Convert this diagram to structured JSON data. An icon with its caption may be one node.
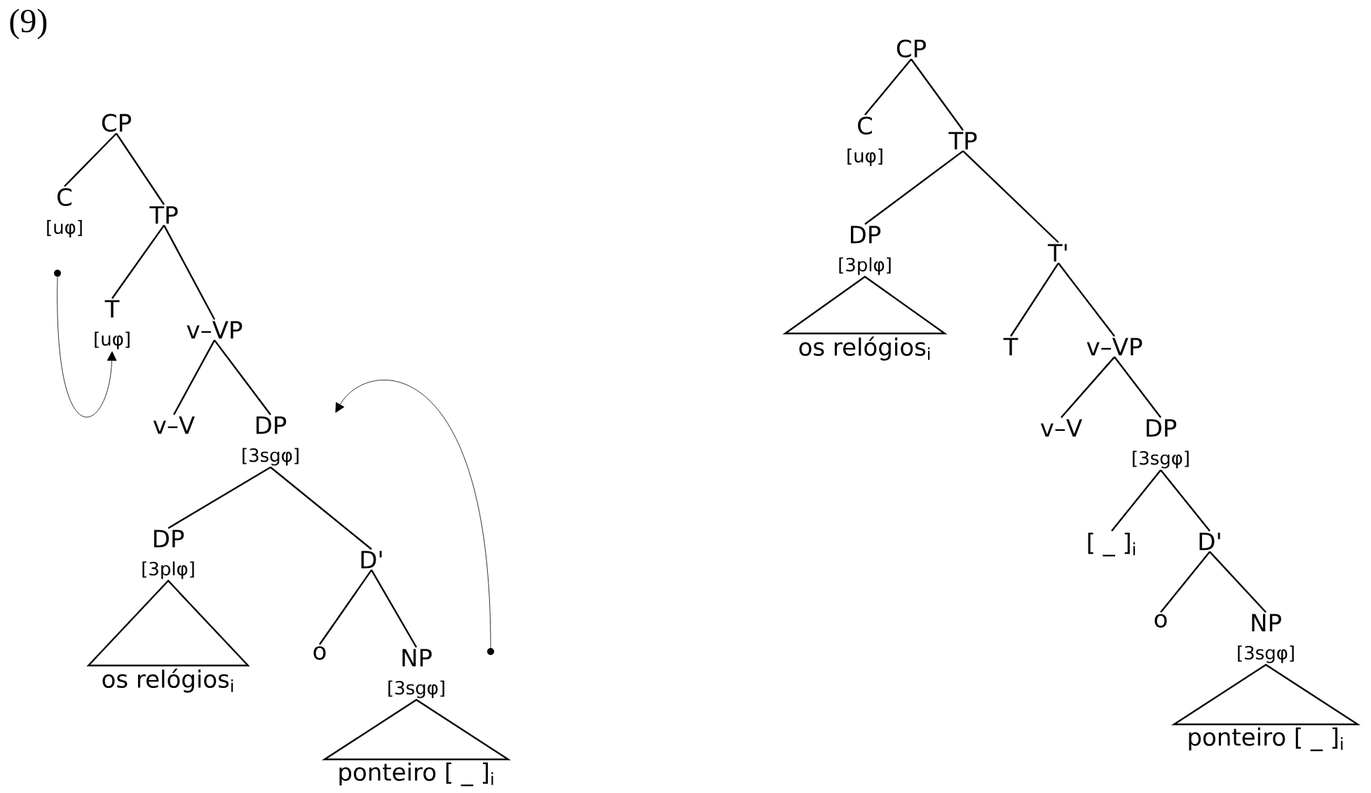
{
  "diagram": {
    "nodes": [
      {
        "text": [
          "CP"
        ]
      },
      {
        "text": [
          "C",
          "[uφ]"
        ]
      },
      {
        "text": [
          "TP"
        ]
      },
      {
        "text": [
          "T",
          "[uφ]"
        ]
      },
      {
        "text": [
          "v–VP"
        ]
      },
      {
        "text": [
          "v–V"
        ]
      },
      {
        "text": [
          "DP",
          "[3sgφ]"
        ]
      },
      {
        "text": [
          "DP",
          "[3plφ]"
        ]
      },
      {
        "text": [
          "D'"
        ]
      },
      {
        "text": [
          "os relógios$_{i}$"
        ]
      },
      {
        "text": [
          "o"
        ]
      },
      {
        "text": [
          "NP",
          "[3sgφ]"
        ]
      },
      {
        "text": [
          "ponteiro [ _ ]$_{i}$"
        ]
      },
      {
        "text": [
          "CP"
        ]
      },
      {
        "text": [
          "C",
          "[uφ]"
        ]
      },
      {
        "text": [
          "TP"
        ]
      },
      {
        "text": [
          "DP",
          "[3plφ]"
        ]
      },
      {
        "text": [
          "T'"
        ]
      },
      {
        "text": [
          "os relógios$_{i}$"
        ]
      },
      {
        "text": [
          "T"
        ]
      },
      {
        "text": [
          "v–VP"
        ]
      },
      {
        "text": [
          "v–V"
        ]
      },
      {
        "text": [
          "DP",
          "[3sgφ]"
        ]
      },
      {
        "text": [
          "[ _ ]$_{i}$"
        ]
      },
      {
        "text": [
          "D'"
        ]
      },
      {
        "text": [
          "o"
        ]
      },
      {
        "text": [
          "NP",
          "[3sgφ]"
        ]
      },
      {
        "text": [
          "ponteiro [ _ ]$_{i}$"
        ]
      },
      {
        "text": [],
        "shape": "circle"
      },
      {
        "text": [],
        "shape": "circle"
      }
    ],
    "edges": [
      {
        "from": 0,
        "to": 1,
        "arrow": "none"
      },
      {
        "from": 0,
        "to": 2,
        "arrow": "none"
      },
      {
        "from": 2,
        "to": 3,
        "arrow": "none"
      },
      {
        "from": 2,
        "to": 4,
        "arrow": "none"
      },
      {
        "from": 4,
        "to": 5,
        "arrow": "none"
      },
      {
        "from": 4,
        "to": 6,
        "arrow": "none"
      },
      {
        "from": 6,
        "to": 7,
        "arrow": "none"
      },
      {
        "from": 6,
        "to": 8,
        "arrow": "none"
      },
      {
        "from": 7,
        "to": 9,
        "arrow": "none"
      },
      {
        "from": 8,
        "to": 10,
        "arrow": "none"
      },
      {
        "from": 8,
        "to": 11,
        "arrow": "none"
      },
      {
        "from": 11,
        "to": 12,
        "arrow": "none"
      },
      {
        "from": 28,
        "to": 3,
        "arrow": "to"
      },
      {
        "from": 29,
        "to": 6,
        "arrow": "to"
      },
      {
        "from": 13,
        "to": 14,
        "arrow": "none"
      },
      {
        "from": 13,
        "to": 15,
        "arrow": "none"
      },
      {
        "from": 15,
        "to": 16,
        "arrow": "none"
      },
      {
        "from": 15,
        "to": 17,
        "arrow": "none"
      },
      {
        "from": 16,
        "to": 18,
        "arrow": "none"
      },
      {
        "from": 17,
        "to": 19,
        "arrow": "none"
      },
      {
        "from": 17,
        "to": 20,
        "arrow": "none"
      },
      {
        "from": 20,
        "to": 21,
        "arrow": "none"
      },
      {
        "from": 20,
        "to": 22,
        "arrow": "none"
      },
      {
        "from": 22,
        "to": 23,
        "arrow": "none"
      },
      {
        "from": 22,
        "to": 24,
        "arrow": "none"
      },
      {
        "from": 24,
        "to": 25,
        "arrow": "none"
      },
      {
        "from": 24,
        "to": 26,
        "arrow": "none"
      },
      {
        "from": 26,
        "to": 27,
        "arrow": "none"
      }
    ],
    "labels": [
      "(9)"
    ]
  }
}
